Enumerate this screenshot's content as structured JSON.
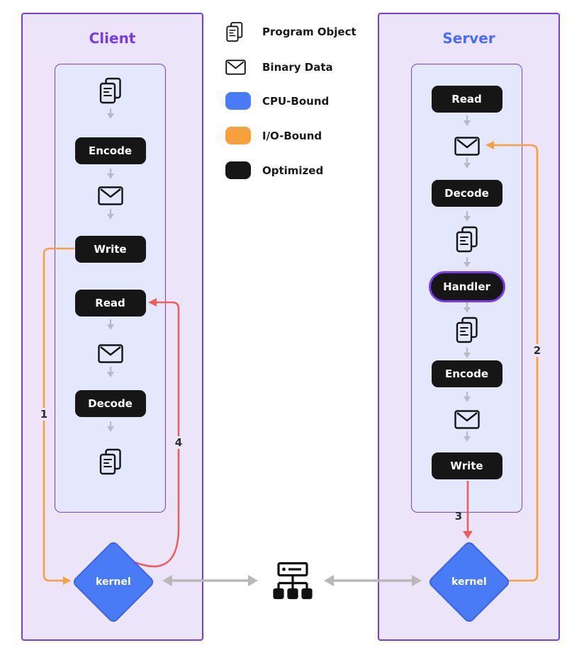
{
  "client": {
    "title": "Client",
    "steps": {
      "encode": "Encode",
      "write": "Write",
      "read": "Read",
      "decode": "Decode"
    },
    "kernel": "kernel"
  },
  "server": {
    "title": "Server",
    "steps": {
      "read": "Read",
      "decode": "Decode",
      "handler": "Handler",
      "encode": "Encode",
      "write": "Write"
    },
    "kernel": "kernel"
  },
  "legend": {
    "program_object": "Program Object",
    "binary_data": "Binary Data",
    "cpu_bound": "CPU-Bound",
    "io_bound": "I/O-Bound",
    "optimized": "Optimized"
  },
  "flow_labels": {
    "client_write_to_kernel": "1",
    "kernel_to_server_read": "2",
    "server_write_to_kernel": "3",
    "kernel_to_client_read": "4"
  },
  "colors": {
    "client_accent": "#7c3aed",
    "server_accent": "#4a6cf7",
    "cpu_bound": "#4a7bf7",
    "io_bound": "#f7a03c",
    "optimized": "#161616",
    "flow_red": "#ef5e5e",
    "arrow_gray": "#b8b8b8",
    "panel_bg": "#ece4f8",
    "inner_panel_bg": "#e3e8fc"
  }
}
